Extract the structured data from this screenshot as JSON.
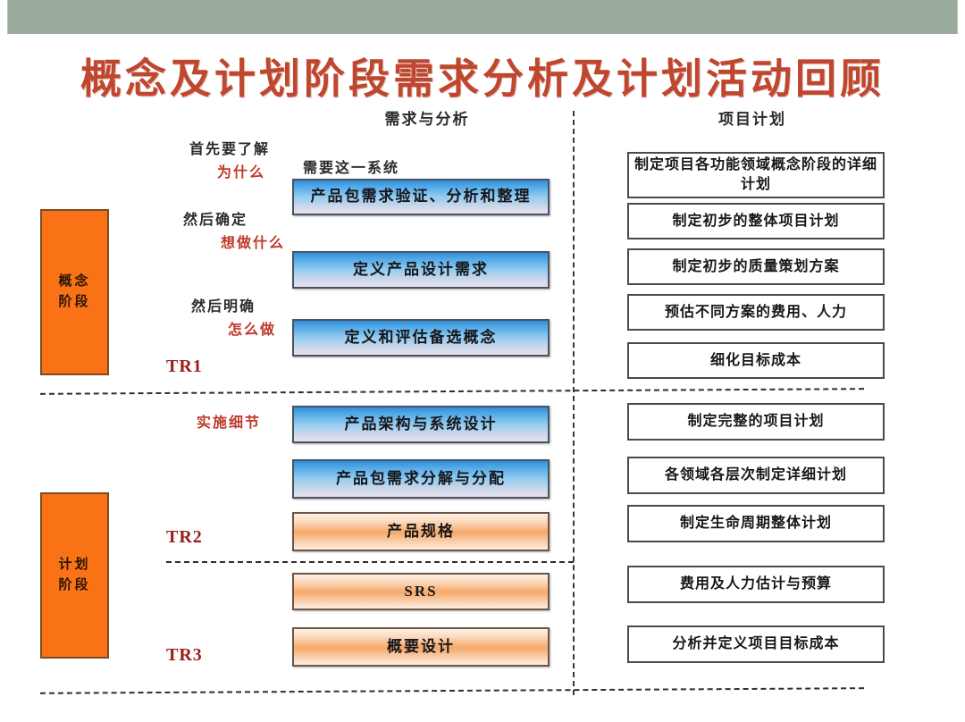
{
  "slide": {
    "title": "概念及计划阶段需求分析及计划活动回顾",
    "title_color": "#c0472f",
    "top_band_color": "#9aab9c",
    "background": "#ffffff"
  },
  "columns": {
    "left_header": "需求与分析",
    "right_header": "项目计划"
  },
  "phases": [
    {
      "name": "concept-phase",
      "line1": "概念",
      "line2": "阶段",
      "color": "#f97316"
    },
    {
      "name": "planning-phase",
      "line1": "计划",
      "line2": "阶段",
      "color": "#f97316"
    }
  ],
  "milestones": [
    {
      "label": "TR1",
      "color": "#9b1b1b"
    },
    {
      "label": "TR2",
      "color": "#9b1b1b"
    },
    {
      "label": "TR3",
      "color": "#9b1b1b"
    }
  ],
  "annotations": [
    {
      "text": "首先要了解",
      "style": "dark"
    },
    {
      "text": "为什么",
      "style": "red"
    },
    {
      "text": "需要这一系统",
      "style": "dark"
    },
    {
      "text": "然后确定",
      "style": "dark"
    },
    {
      "text": "想做什么",
      "style": "red"
    },
    {
      "text": "然后明确",
      "style": "dark"
    },
    {
      "text": "怎么做",
      "style": "red"
    },
    {
      "text": "实施细节",
      "style": "red"
    }
  ],
  "left_boxes": [
    {
      "text": "产品包需求验证、分析和整理",
      "fill": "blue"
    },
    {
      "text": "定义产品设计需求",
      "fill": "blue"
    },
    {
      "text": "定义和评估备选概念",
      "fill": "blue"
    },
    {
      "text": "产品架构与系统设计",
      "fill": "blue"
    },
    {
      "text": "产品包需求分解与分配",
      "fill": "blue"
    },
    {
      "text": "产品规格",
      "fill": "orange"
    },
    {
      "text": "SRS",
      "fill": "orange"
    },
    {
      "text": "概要设计",
      "fill": "orange"
    }
  ],
  "right_boxes": [
    {
      "text": "制定项目各功能领域概念阶段的详细计划"
    },
    {
      "text": "制定初步的整体项目计划"
    },
    {
      "text": "制定初步的质量策划方案"
    },
    {
      "text": "预估不同方案的费用、人力"
    },
    {
      "text": "细化目标成本"
    },
    {
      "text": "制定完整的项目计划"
    },
    {
      "text": "各领域各层次制定详细计划"
    },
    {
      "text": "制定生命周期整体计划"
    },
    {
      "text": "费用及人力估计与预算"
    },
    {
      "text": "分析并定义项目目标成本"
    }
  ]
}
